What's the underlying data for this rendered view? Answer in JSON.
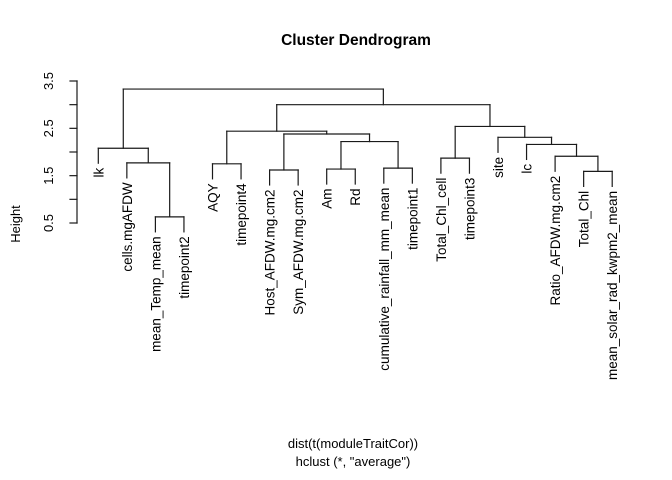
{
  "chart_data": {
    "type": "dendrogram",
    "title": "Cluster Dendrogram",
    "ylabel": "Height",
    "xlabel_lines": [
      "dist(t(moduleTraitCor))",
      "hclust (*, \"average\")"
    ],
    "distance_call": "dist(t(moduleTraitCor))",
    "clustering_method": "average",
    "ylim": [
      0.5,
      3.5
    ],
    "yticks": [
      0.5,
      1.0,
      1.5,
      2.0,
      2.5,
      3.0,
      3.5
    ],
    "ytick_labels_shown": [
      "0.5",
      "1.5",
      "2.5",
      "3.5"
    ],
    "grid": false,
    "line_color": "#1a1a1a",
    "leaves_in_order": [
      "lk",
      "cells.mgAFDW",
      "mean_Temp_mean",
      "timepoint2",
      "AQY",
      "timepoint4",
      "Host_AFDW.mg.cm2",
      "Sym_AFDW.mg.cm2",
      "Am",
      "Rd",
      "cumulative_rainfall_mm_mean",
      "timepoint1",
      "Total_Chl_cell",
      "timepoint3",
      "site",
      "lc",
      "Ratio_AFDW.mg.cm2",
      "Total_Chl",
      "mean_solar_rad_kwpm2_mean"
    ],
    "tree": {
      "height": 3.33,
      "children": [
        {
          "height": 2.08,
          "children": [
            {
              "label": "lk"
            },
            {
              "height": 1.77,
              "children": [
                {
                  "label": "cells.mgAFDW"
                },
                {
                  "height": 0.63,
                  "children": [
                    {
                      "label": "mean_Temp_mean"
                    },
                    {
                      "label": "timepoint2"
                    }
                  ]
                }
              ]
            }
          ]
        },
        {
          "height": 3.0,
          "children": [
            {
              "height": 2.44,
              "children": [
                {
                  "height": 1.75,
                  "children": [
                    {
                      "label": "AQY"
                    },
                    {
                      "label": "timepoint4"
                    }
                  ]
                },
                {
                  "height": 2.38,
                  "children": [
                    {
                      "height": 1.62,
                      "children": [
                        {
                          "label": "Host_AFDW.mg.cm2"
                        },
                        {
                          "label": "Sym_AFDW.mg.cm2"
                        }
                      ]
                    },
                    {
                      "height": 2.22,
                      "children": [
                        {
                          "height": 1.64,
                          "children": [
                            {
                              "label": "Am"
                            },
                            {
                              "label": "Rd"
                            }
                          ]
                        },
                        {
                          "height": 1.66,
                          "children": [
                            {
                              "label": "cumulative_rainfall_mm_mean"
                            },
                            {
                              "label": "timepoint1"
                            }
                          ]
                        }
                      ]
                    }
                  ]
                }
              ]
            },
            {
              "height": 2.54,
              "children": [
                {
                  "height": 1.87,
                  "children": [
                    {
                      "label": "Total_Chl_cell"
                    },
                    {
                      "label": "timepoint3"
                    }
                  ]
                },
                {
                  "height": 2.31,
                  "children": [
                    {
                      "label": "site"
                    },
                    {
                      "height": 2.16,
                      "children": [
                        {
                          "label": "lc"
                        },
                        {
                          "height": 1.91,
                          "children": [
                            {
                              "label": "Ratio_AFDW.mg.cm2"
                            },
                            {
                              "height": 1.59,
                              "children": [
                                {
                                  "label": "Total_Chl"
                                },
                                {
                                  "label": "mean_solar_rad_kwpm2_mean"
                                }
                              ]
                            }
                          ]
                        }
                      ]
                    }
                  ]
                }
              ]
            }
          ]
        }
      ]
    }
  }
}
